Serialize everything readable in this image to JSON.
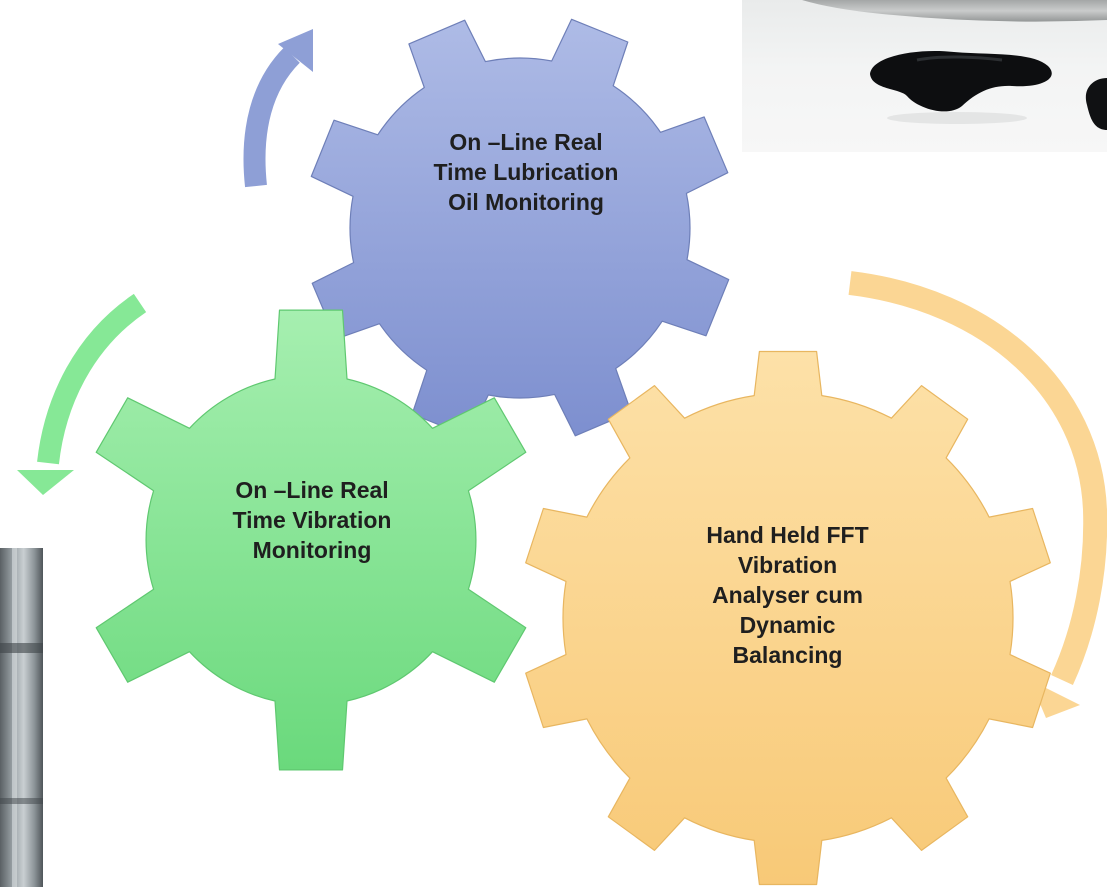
{
  "gears": [
    {
      "id": "blue",
      "label": "On –Line Real\nTime Lubrication\nOil Monitoring",
      "color": "#8fa0d8",
      "color_light": "#aebbe6",
      "color_dark": "#7d8fcf",
      "stroke": "#6e7fb8"
    },
    {
      "id": "green",
      "label": "On –Line Real\nTime Vibration\nMonitoring",
      "color": "#7fe38f",
      "color_light": "#a6efb0",
      "color_dark": "#6ad97c",
      "stroke": "#5fc870"
    },
    {
      "id": "orange",
      "label": "Hand  Held FFT\nVibration\nAnalyser cum\nDynamic\nBalancing",
      "color": "#fbd48a",
      "color_light": "#fde1a8",
      "color_dark": "#f8c977",
      "stroke": "#e8b660"
    }
  ],
  "arrows": {
    "blue": {
      "color": "#8e9fd6"
    },
    "green": {
      "color": "#86e896"
    },
    "orange": {
      "color": "#fbd694"
    }
  },
  "photos": {
    "oil": {
      "desc": "oil-drops-photo"
    },
    "pipe": {
      "desc": "pipe-photo"
    }
  }
}
